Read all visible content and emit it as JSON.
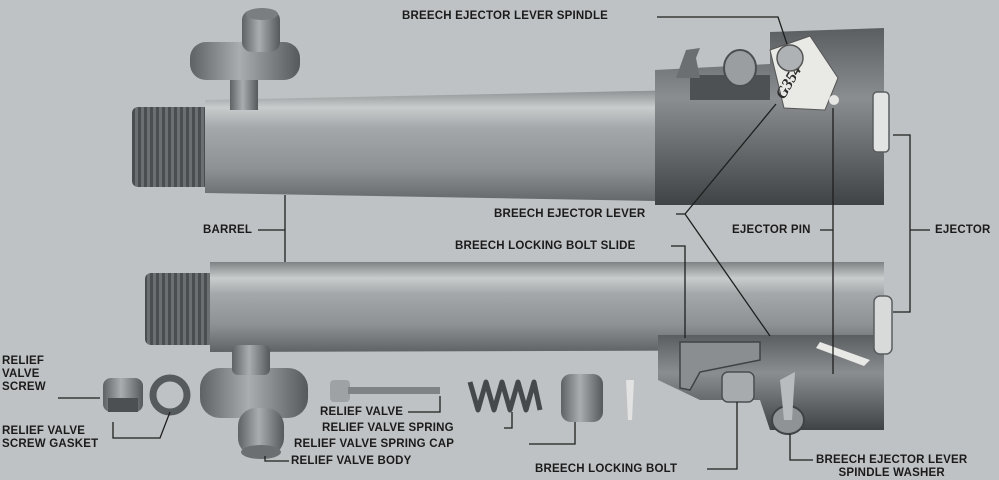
{
  "diagram": {
    "labels": {
      "breech_ejector_lever_spindle": "BREECH EJECTOR LEVER SPINDLE",
      "barrel": "BARREL",
      "breech_ejector_lever": "BREECH EJECTOR LEVER",
      "breech_locking_bolt_slide": "BREECH LOCKING BOLT SLIDE",
      "ejector_pin": "EJECTOR PIN",
      "ejector": "EJECTOR",
      "relief_valve_screw": "RELIEF\nVALVE\nSCREW",
      "relief_valve_screw_gasket": "RELIEF VALVE\nSCREW GASKET",
      "relief_valve": "RELIEF VALVE",
      "relief_valve_spring": "RELIEF VALVE SPRING",
      "relief_valve_spring_cap": "RELIEF VALVE SPRING CAP",
      "relief_valve_body": "RELIEF VALVE BODY",
      "breech_locking_bolt": "BREECH LOCKING BOLT",
      "breech_ejector_lever_spindle_washer": "BREECH EJECTOR LEVER\nSPINDLE WASHER"
    },
    "tag_text": "G354"
  }
}
